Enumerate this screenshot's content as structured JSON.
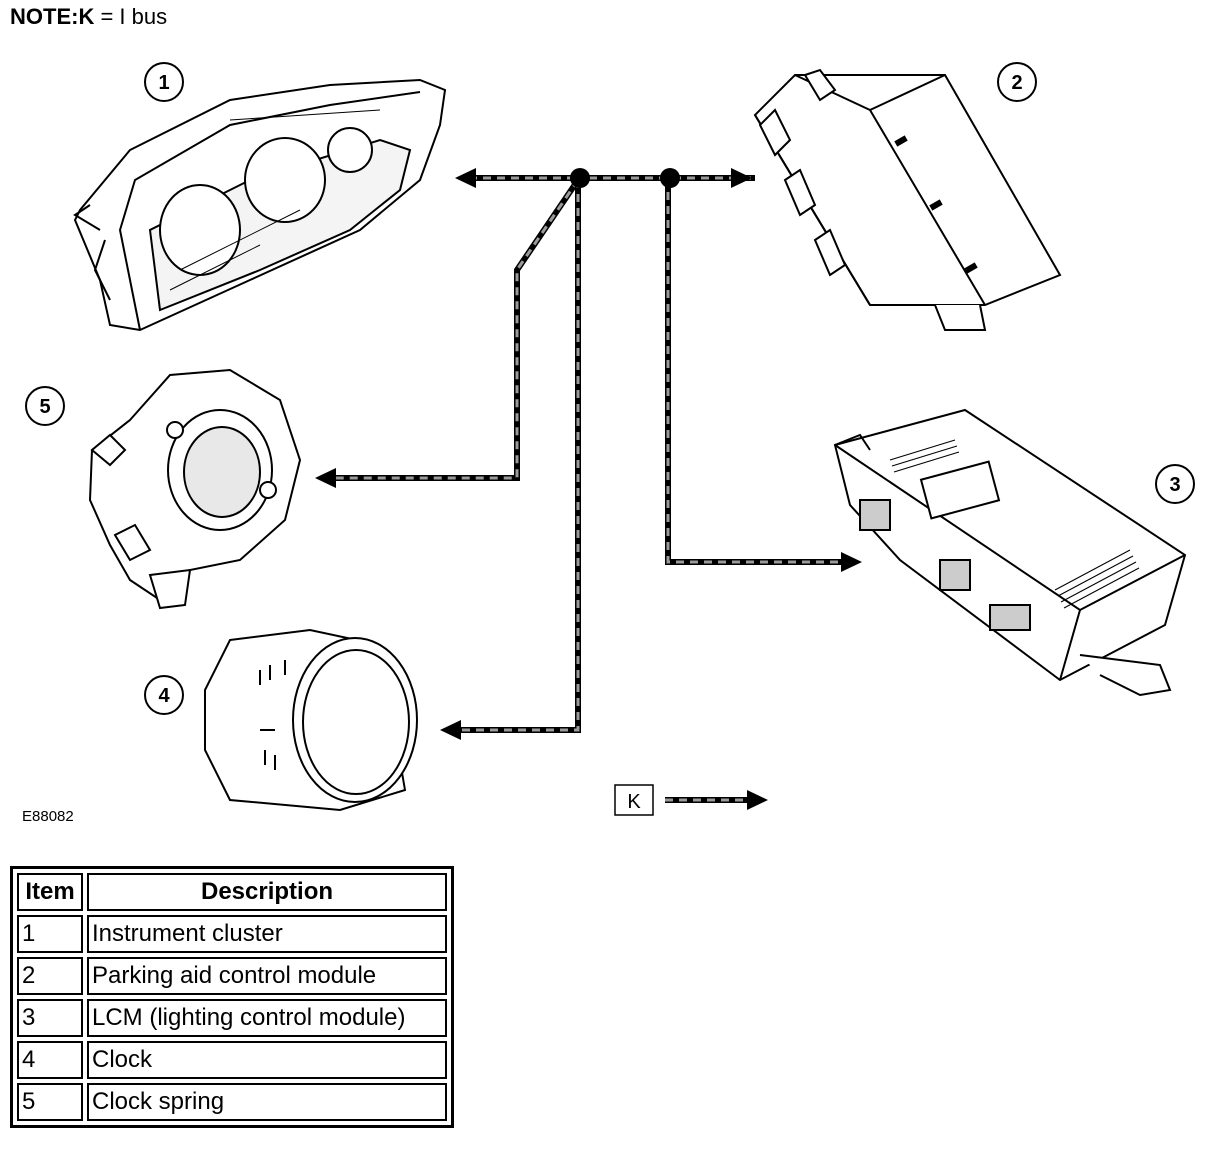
{
  "note": {
    "label": "NOTE:",
    "key": "K",
    "text": " = I bus"
  },
  "callouts": [
    "1",
    "2",
    "3",
    "4",
    "5"
  ],
  "key_box": "K",
  "figure_id": "E88082",
  "legend": {
    "headers": [
      "Item",
      "Description"
    ],
    "rows": [
      [
        "1",
        "Instrument cluster"
      ],
      [
        "2",
        "Parking aid control module"
      ],
      [
        "3",
        "LCM (lighting control module)"
      ],
      [
        "4",
        "Clock"
      ],
      [
        "5",
        "Clock spring"
      ]
    ]
  }
}
